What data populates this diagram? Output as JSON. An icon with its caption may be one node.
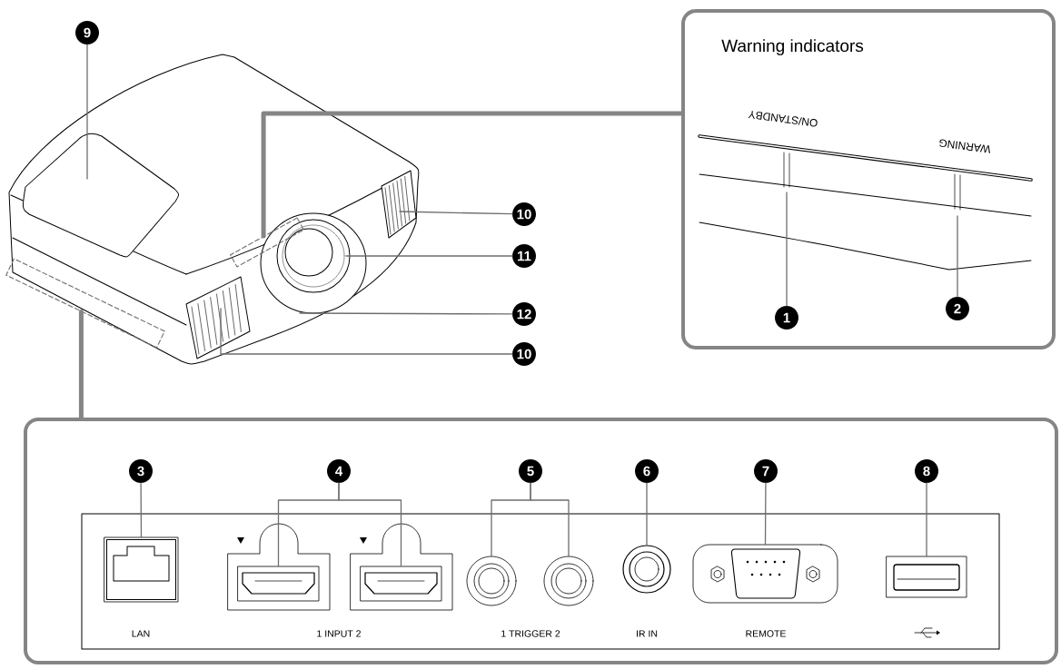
{
  "diagram": {
    "nodes": [
      {
        "text": [
          "Warning indicators"
        ]
      },
      {
        "text": [
          "1"
        ],
        "in": 0
      },
      {
        "text": [
          "2"
        ],
        "in": 0
      },
      {
        "text": [],
        "shape": "box"
      },
      {
        "text": [
          "3"
        ],
        "in": 3
      },
      {
        "text": [
          "4"
        ],
        "in": 3
      },
      {
        "text": [
          "5"
        ],
        "in": 3
      },
      {
        "text": [
          "6"
        ],
        "in": 3
      },
      {
        "text": [
          "7"
        ],
        "in": 3
      },
      {
        "text": [
          "8"
        ],
        "in": 3
      },
      {
        "text": [
          "9"
        ]
      },
      {
        "text": [
          "10"
        ]
      },
      {
        "text": [
          "11"
        ]
      },
      {
        "text": [
          "12"
        ]
      },
      {
        "text": [
          "10"
        ]
      },
      {
        "text": [],
        "shape": "box"
      },
      {
        "text": [],
        "shape": "box"
      },
      {
        "text": [],
        "shape": "box",
        "in": 3
      },
      {
        "text": [],
        "shape": "box",
        "in": 3
      },
      {
        "text": [],
        "shape": "box",
        "in": 3
      },
      {
        "text": [],
        "shape": "circle",
        "in": 3
      },
      {
        "text": [],
        "shape": "circle",
        "in": 3
      },
      {
        "text": [],
        "shape": "circle",
        "in": 3
      },
      {
        "text": [],
        "shape": "box",
        "in": 3
      },
      {
        "text": [],
        "shape": "box",
        "in": 3
      }
    ],
    "edges": [
      {
        "from": 15,
        "to": 0,
        "arrow": "none",
        "style": "thick",
        "color": "#858585"
      },
      {
        "from": 16,
        "to": 3,
        "arrow": "none",
        "style": "thick",
        "color": "#858585"
      },
      {
        "from": 1,
        "to": null,
        "arrow": "none"
      },
      {
        "from": 2,
        "to": null,
        "arrow": "none"
      },
      {
        "from": 4,
        "to": 17,
        "arrow": "none"
      },
      {
        "from": 5,
        "to": 18,
        "arrow": "none"
      },
      {
        "from": 5,
        "to": 19,
        "arrow": "none"
      },
      {
        "from": 6,
        "to": 20,
        "arrow": "none"
      },
      {
        "from": 6,
        "to": 21,
        "arrow": "none"
      },
      {
        "from": 7,
        "to": 22,
        "arrow": "none"
      },
      {
        "from": 8,
        "to": 23,
        "arrow": "none"
      },
      {
        "from": 9,
        "to": 24,
        "arrow": "none"
      },
      {
        "from": 10,
        "to": null,
        "arrow": "none"
      },
      {
        "from": 11,
        "to": null,
        "arrow": "none"
      },
      {
        "from": 12,
        "to": null,
        "arrow": "none"
      },
      {
        "from": 13,
        "to": null,
        "arrow": "none"
      },
      {
        "from": 14,
        "to": null,
        "arrow": "none"
      }
    ],
    "labels": [
      "ON/STANDBY",
      "WARNING",
      "LAN",
      "1 INPUT 2",
      "1 TRIGGER 2",
      "IR IN",
      "REMOTE"
    ]
  }
}
